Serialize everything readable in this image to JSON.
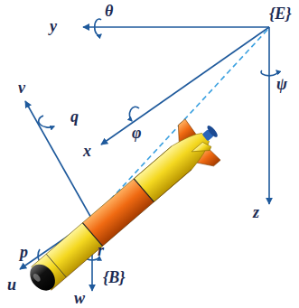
{
  "diagram": {
    "labels": [
      "y",
      "θ",
      "{E}",
      "x",
      "φ",
      "ψ",
      "z",
      "v",
      "q",
      "p",
      "u",
      "{B}",
      "r",
      "w"
    ]
  }
}
